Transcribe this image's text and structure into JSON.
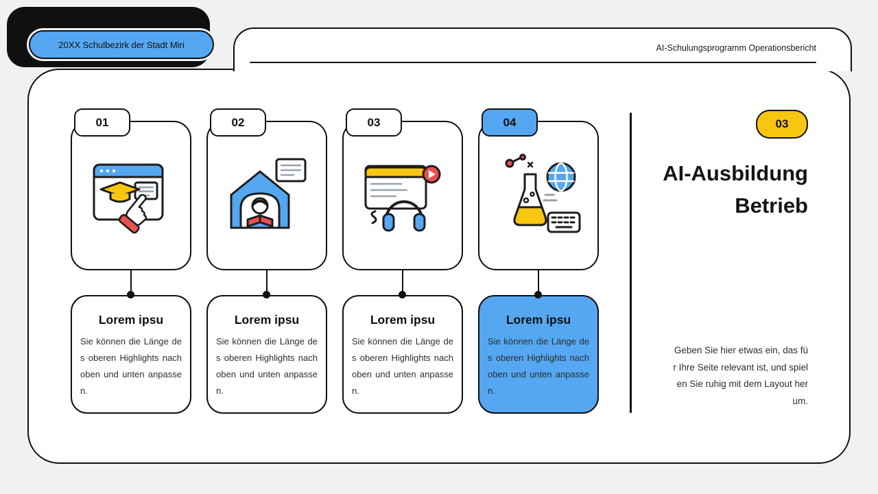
{
  "header": {
    "district_badge": "20XX Schulbezirk der Stadt Miri",
    "report_title": "AI-Schulungsprogramm Operationsbericht"
  },
  "steps": [
    {
      "number": "01",
      "icon": "online-course-icon",
      "title": "Lorem ipsu",
      "body": "Sie können die Länge des oberen Highlights nach oben und unten anpassen.",
      "highlighted": false
    },
    {
      "number": "02",
      "icon": "home-learning-icon",
      "title": "Lorem ipsu",
      "body": "Sie können die Länge des oberen Highlights nach oben und unten anpassen.",
      "highlighted": false
    },
    {
      "number": "03",
      "icon": "media-course-icon",
      "title": "Lorem ipsu",
      "body": "Sie können die Länge des oberen Highlights nach oben und unten anpassen.",
      "highlighted": false
    },
    {
      "number": "04",
      "icon": "ai-lab-icon",
      "title": "Lorem ipsu",
      "body": "Sie können die Länge des oberen Highlights nach oben und unten anpassen.",
      "highlighted": true
    }
  ],
  "right_panel": {
    "badge": "03",
    "title": "AI-Ausbildung Betrieb",
    "body": "Geben Sie hier etwas ein, das für Ihre Seite relevant ist, und spielen Sie ruhig mit dem Layout herum."
  },
  "colors": {
    "accent_blue": "#54a7f0",
    "accent_yellow": "#f8c611",
    "accent_red": "#e8504f",
    "ink": "#101010",
    "background": "#f1f1f2"
  }
}
